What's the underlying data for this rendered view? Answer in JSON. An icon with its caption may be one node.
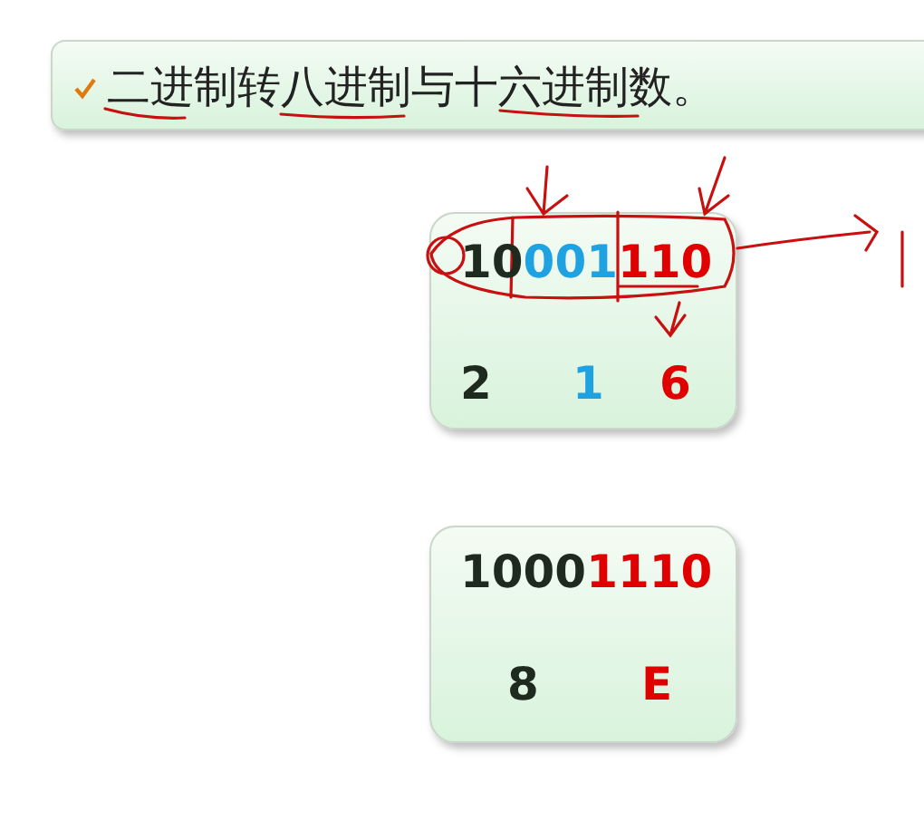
{
  "diagram": {
    "nodes": [
      {
        "text": [
          "二进制转八进制与十六进制数。"
        ]
      },
      {
        "text": [
          "10",
          "001",
          "110",
          "2",
          "1",
          "6"
        ]
      },
      {
        "text": [
          "1000",
          "1110",
          "8",
          "E"
        ]
      }
    ]
  }
}
